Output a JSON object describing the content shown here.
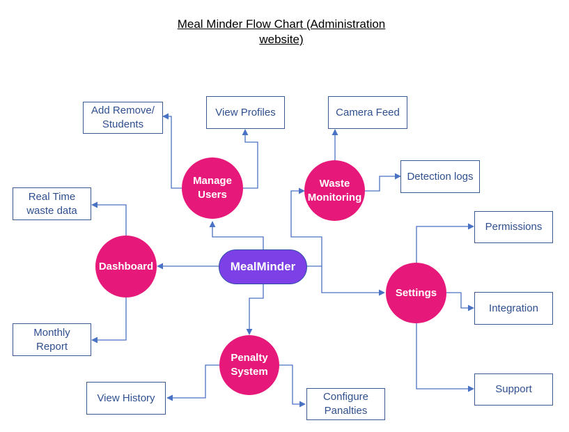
{
  "title": "Meal Minder Flow Chart (Administration\nwebsite)",
  "center": {
    "label": "MealMinder",
    "color": "#7d3fe6"
  },
  "hubs": {
    "manage_users": "Manage\nUsers",
    "waste_monitoring": "Waste\nMonitoring",
    "dashboard": "Dashboard",
    "settings": "Settings",
    "penalty_system": "Penalty\nSystem"
  },
  "leaves": {
    "add_remove_students": "Add Remove/\nStudents",
    "view_profiles": "View Profiles",
    "camera_feed": "Camera Feed",
    "detection_logs": "Detection logs",
    "real_time_waste": "Real Time\nwaste data",
    "monthly_report": "Monthly\nReport",
    "permissions": "Permissions",
    "integration": "Integration",
    "support": "Support",
    "view_history": "View History",
    "configure_penalties": "Configure\nPanalties"
  },
  "colors": {
    "hub": "#e6197a",
    "connector": "#4a72c4",
    "box_text": "#2f4f8f"
  }
}
